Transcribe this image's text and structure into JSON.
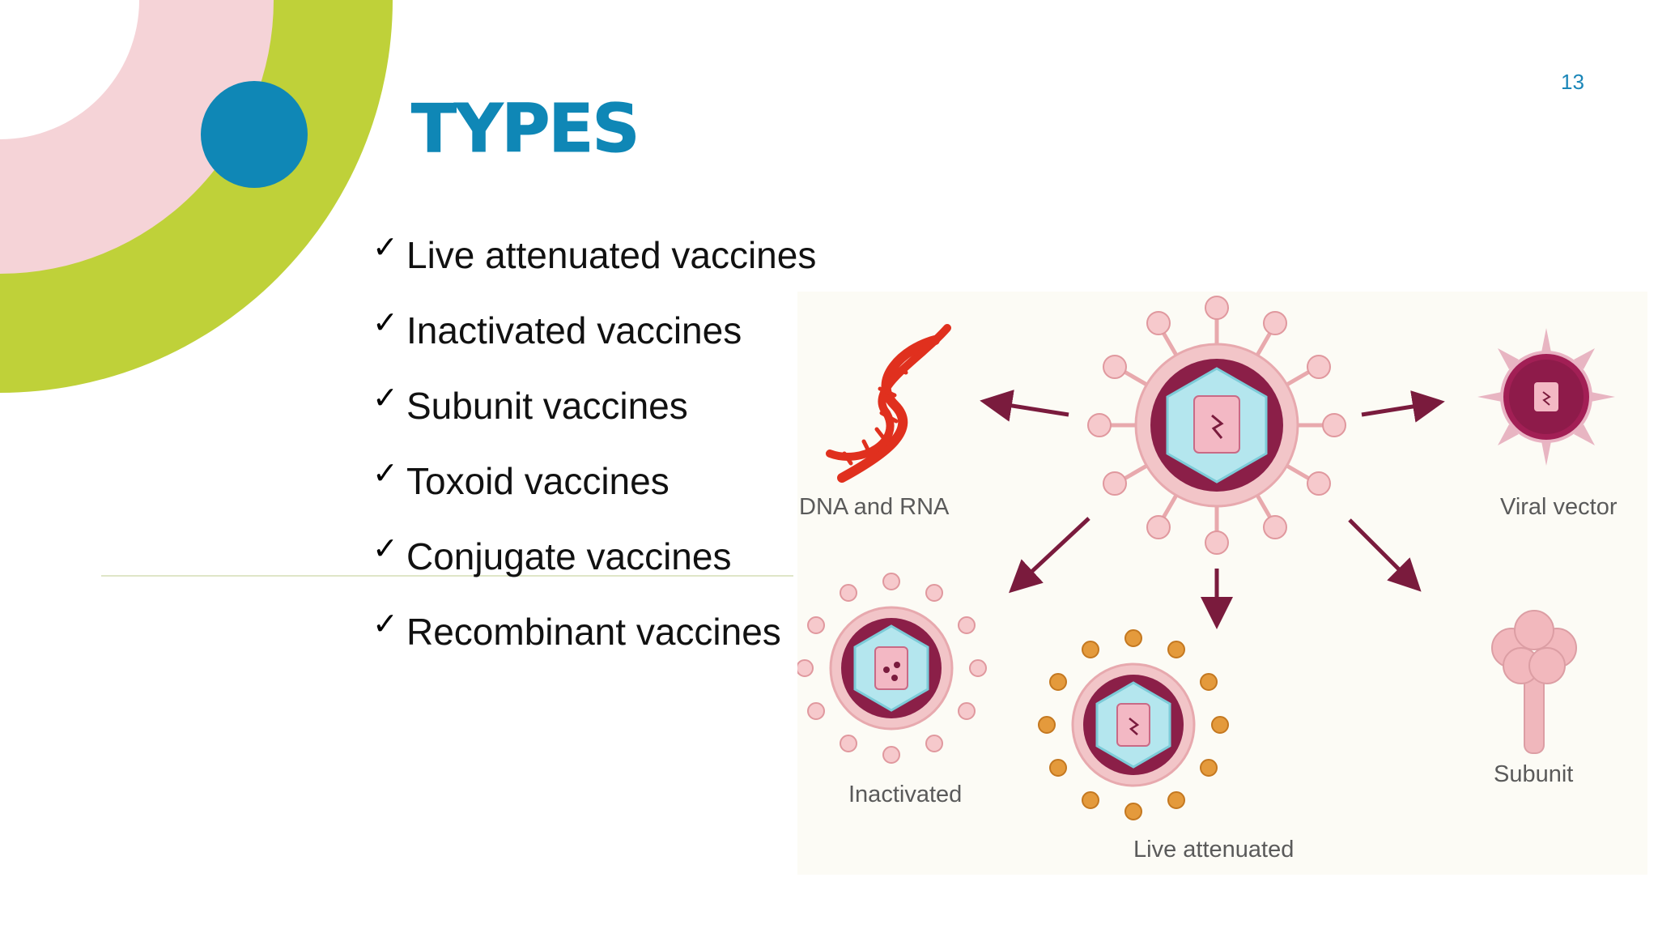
{
  "slide": {
    "page_number": "13",
    "title": "TYPES",
    "bullets": [
      "Live attenuated vaccines",
      "Inactivated vaccines",
      "Subunit vaccines",
      "Toxoid vaccines",
      "Conjugate vaccines",
      "Recombinant vaccines"
    ],
    "check_glyph": "✓"
  },
  "figure": {
    "labels": {
      "dna": "DNA and RNA",
      "viral_vector": "Viral vector",
      "inactivated": "Inactivated",
      "live_attenuated": "Live attenuated",
      "subunit": "Subunit"
    }
  },
  "colors": {
    "accent_blue": "#0f87b6",
    "lime": "#bfd139",
    "pink": "#f5d3d7",
    "arrow": "#7a1b3d",
    "dna_red": "#e0301e"
  }
}
